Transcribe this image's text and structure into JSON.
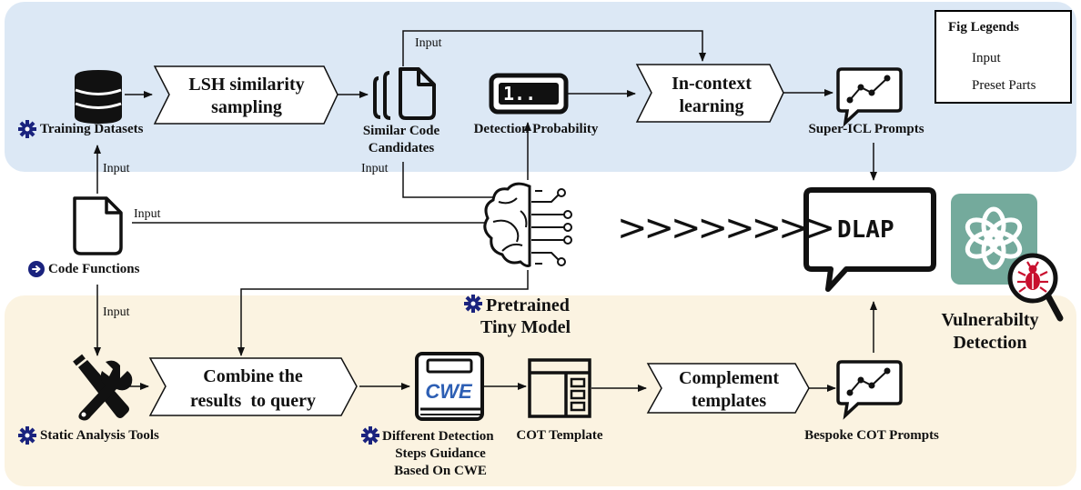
{
  "legend": {
    "title": "Fig Legends",
    "items": [
      {
        "icon": "arrow-circle-icon",
        "label": "Input"
      },
      {
        "icon": "gear-icon",
        "label": "Preset Parts"
      }
    ]
  },
  "top_flow": {
    "training_datasets": "Training Datasets",
    "lsh_line1": "LSH similarity",
    "lsh_line2": "sampling",
    "similar_line1": "Similar Code",
    "similar_line2": "Candidates",
    "detection_probability": "Detection Probability",
    "icl_line1": "In-context",
    "icl_line2": "learning",
    "super_icl_prompts": "Super-ICL Prompts"
  },
  "middle": {
    "code_functions": "Code Functions",
    "pretrained_line1": "Pretrained",
    "pretrained_line2": "Tiny Model",
    "dlap": "DLAP",
    "vuln_line1": "Vulnerabilty",
    "vuln_line2": "Detection",
    "chevrons": ">>>>>>>>"
  },
  "bottom_flow": {
    "static_analysis_tools": "Static Analysis Tools",
    "combine_line1": "Combine the",
    "combine_line2": "results  to query",
    "cwe_text": "CWE",
    "different_line1": "Different Detection",
    "different_line2": "Steps Guidance",
    "different_line3": "Based On CWE",
    "cot_template": "COT Template",
    "complement_line1": "Complement",
    "complement_line2": "templates",
    "bespoke_cot_prompts": "Bespoke COT Prompts"
  },
  "arrow_labels": {
    "input_top": "Input",
    "input_similar": "Input",
    "input_training": "Input",
    "input_code": "Input",
    "input_static": "Input"
  },
  "colors": {
    "top_band": "#dce8f5",
    "bottom_band": "#fbf3e1",
    "legend_circle": "#1a237e",
    "openai_tile": "#74aa9c",
    "bug_red": "#c8102e"
  }
}
